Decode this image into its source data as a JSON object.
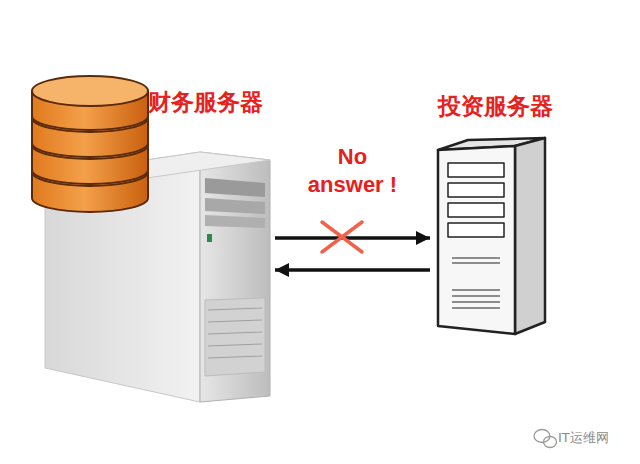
{
  "diagram": {
    "nodes": [
      {
        "text": [
          "财务服务器"
        ]
      },
      {
        "text": [
          "投资服务器"
        ]
      }
    ],
    "edges": [
      {
        "from": 0,
        "to": 1,
        "arrow": "to",
        "label": "No answer !"
      },
      {
        "from": 1,
        "to": 0,
        "arrow": "to"
      }
    ],
    "labels": [
      "IT运维网"
    ]
  }
}
